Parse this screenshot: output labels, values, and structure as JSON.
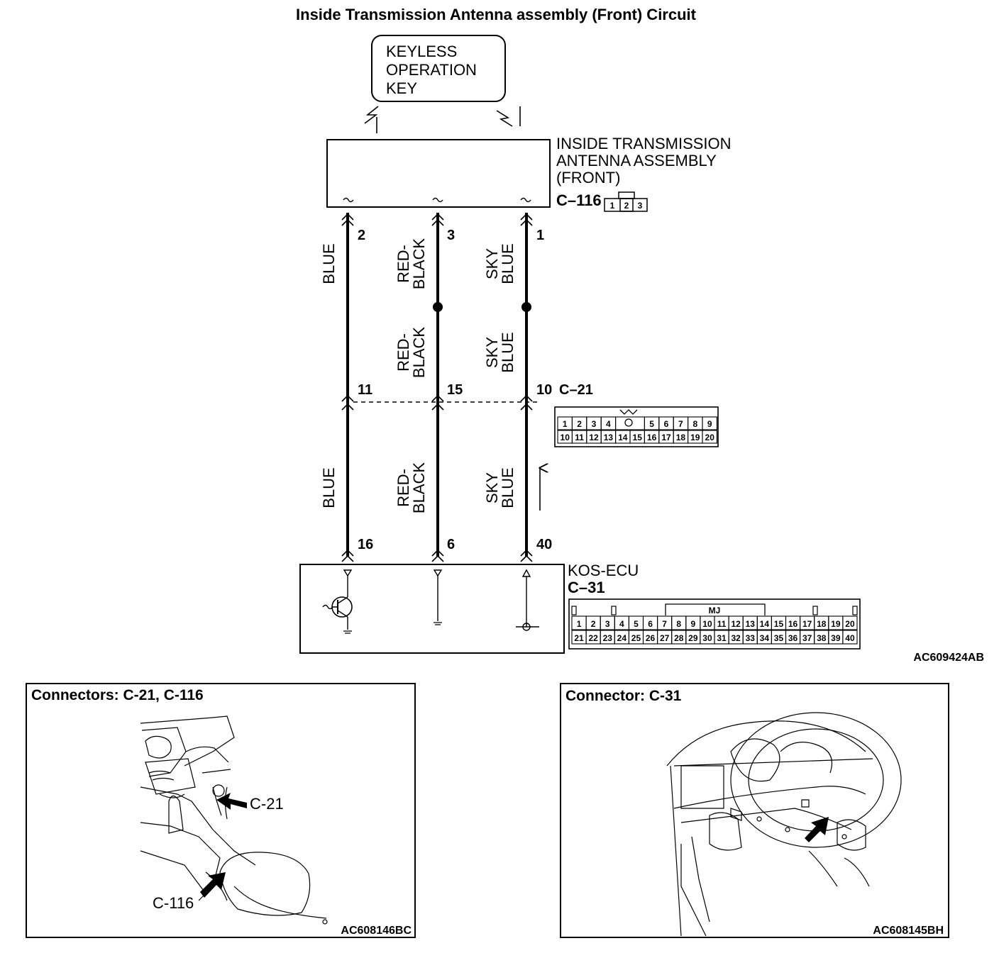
{
  "title": "Inside Transmission Antenna assembly (Front) Circuit",
  "key": {
    "lines": [
      "KEYLESS",
      "OPERATION",
      "KEY"
    ]
  },
  "antenna": {
    "lines": [
      "INSIDE TRANSMISSION",
      "ANTENNA ASSEMBLY",
      "(FRONT)"
    ],
    "connector": "C–116",
    "connector_pins": [
      "1",
      "2",
      "3"
    ]
  },
  "wires": [
    {
      "top_pin": "2",
      "mid_pin": "11",
      "bottom_pin": "16",
      "upper_color": [
        "BLUE"
      ],
      "middle_color": [],
      "lower_color": [
        "BLUE"
      ]
    },
    {
      "top_pin": "3",
      "mid_pin": "15",
      "bottom_pin": "6",
      "upper_color": [
        "RED-",
        "BLACK"
      ],
      "middle_color": [
        "RED-",
        "BLACK"
      ],
      "lower_color": [
        "RED-",
        "BLACK"
      ]
    },
    {
      "top_pin": "1",
      "mid_pin": "10",
      "bottom_pin": "40",
      "upper_color": [
        "SKY",
        "BLUE"
      ],
      "middle_color": [
        "SKY",
        "BLUE"
      ],
      "lower_color": [
        "SKY",
        "BLUE"
      ]
    }
  ],
  "c21": {
    "label": "C–21",
    "row1": [
      "1",
      "2",
      "3",
      "4",
      "",
      "5",
      "6",
      "7",
      "8",
      "9"
    ],
    "row2": [
      "10",
      "11",
      "12",
      "13",
      "14",
      "15",
      "16",
      "17",
      "18",
      "19",
      "20"
    ]
  },
  "ecu": {
    "name": "KOS-ECU",
    "connector": "C–31",
    "connector_tag": "MJ",
    "row1": [
      "1",
      "2",
      "3",
      "4",
      "5",
      "6",
      "7",
      "8",
      "9",
      "10",
      "11",
      "12",
      "13",
      "14",
      "15",
      "16",
      "17",
      "18",
      "19",
      "20"
    ],
    "row2": [
      "21",
      "22",
      "23",
      "24",
      "25",
      "26",
      "27",
      "28",
      "29",
      "30",
      "31",
      "32",
      "33",
      "34",
      "35",
      "36",
      "37",
      "38",
      "39",
      "40"
    ]
  },
  "diagram_code": "AC609424AB",
  "panels": [
    {
      "title": "Connectors: C-21, C-116",
      "callouts": [
        "C-21",
        "C-116"
      ],
      "code": "AC608146BC"
    },
    {
      "title": "Connector: C-31",
      "callouts": [],
      "code": "AC608145BH"
    }
  ]
}
